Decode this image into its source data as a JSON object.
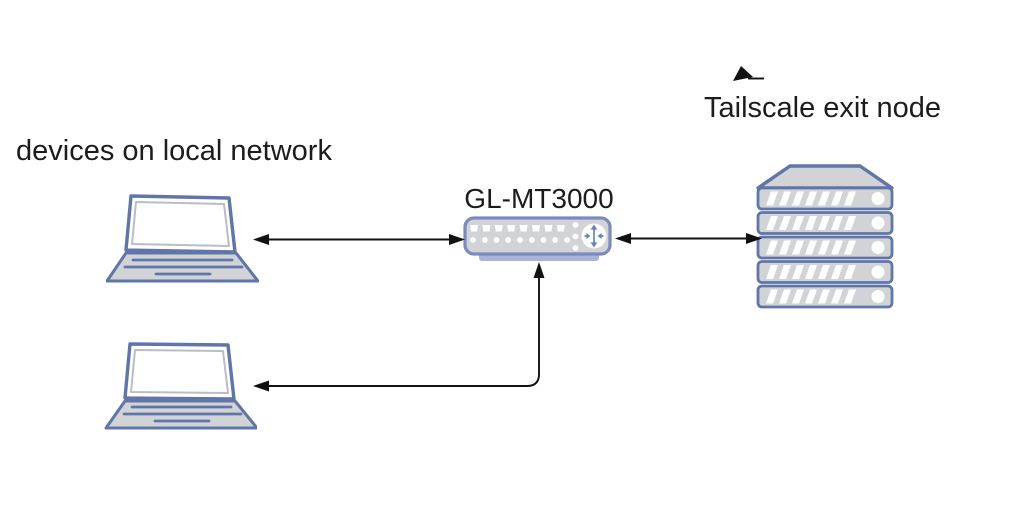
{
  "app": {
    "type": "network-diagram"
  },
  "labels": {
    "local_devices": "devices on local network",
    "router_model": "GL-MT3000",
    "exit_node": "Tailscale exit node"
  },
  "colors": {
    "background": "#ffffff",
    "text": "#1c1c1c",
    "device_outline": "#6076a8",
    "device_fill": "#d2d3d6",
    "screen_fill": "#ffffff",
    "screen_bezel": "#b9bdc6",
    "router_outline": "#7b8abf",
    "router_base": "#a9b4d8",
    "router_glyph": "#6b80bd",
    "port_fill": "#ffffff",
    "arrow": "#111111"
  },
  "diagram": {
    "nodes": [
      {
        "id": "laptop-1",
        "kind": "laptop"
      },
      {
        "id": "laptop-2",
        "kind": "laptop"
      },
      {
        "id": "router",
        "kind": "travel-router",
        "label": "GL-MT3000"
      },
      {
        "id": "exit-node",
        "kind": "server-stack",
        "label": "Tailscale exit node"
      }
    ],
    "edges": [
      {
        "from": "laptop-1",
        "to": "router",
        "bidirectional": true,
        "shape": "straight"
      },
      {
        "from": "router",
        "to": "exit-node",
        "bidirectional": true,
        "shape": "straight"
      },
      {
        "from": "laptop-2",
        "to": "router",
        "bidirectional": true,
        "shape": "elbow"
      }
    ],
    "counts": {
      "server_rack_units": 5,
      "stripes_per_unit": 7,
      "router_top_ports": 8,
      "router_bottom_leds": 9,
      "router_side_leds": 3
    }
  }
}
